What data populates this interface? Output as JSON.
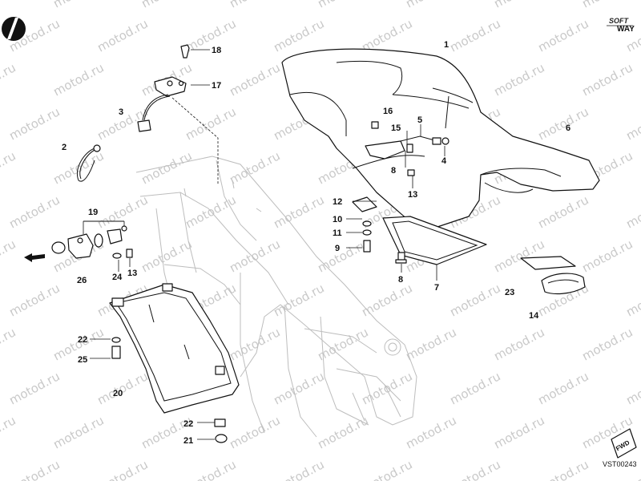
{
  "watermark": "motod.ru",
  "brand": {
    "line1": "SOFT",
    "line2": "WAY"
  },
  "drawing_ref": "VST00243",
  "fwd_label": "FWD",
  "callouts": [
    {
      "id": "c1",
      "label": "1"
    },
    {
      "id": "c2",
      "label": "2"
    },
    {
      "id": "c3",
      "label": "3"
    },
    {
      "id": "c4",
      "label": "4"
    },
    {
      "id": "c5",
      "label": "5"
    },
    {
      "id": "c6",
      "label": "6"
    },
    {
      "id": "c7",
      "label": "7"
    },
    {
      "id": "c8a",
      "label": "8"
    },
    {
      "id": "c8b",
      "label": "8"
    },
    {
      "id": "c9",
      "label": "9"
    },
    {
      "id": "c10",
      "label": "10"
    },
    {
      "id": "c11",
      "label": "11"
    },
    {
      "id": "c12",
      "label": "12"
    },
    {
      "id": "c13a",
      "label": "13"
    },
    {
      "id": "c13b",
      "label": "13"
    },
    {
      "id": "c14",
      "label": "14"
    },
    {
      "id": "c15",
      "label": "15"
    },
    {
      "id": "c16",
      "label": "16"
    },
    {
      "id": "c17",
      "label": "17"
    },
    {
      "id": "c18",
      "label": "18"
    },
    {
      "id": "c19",
      "label": "19"
    },
    {
      "id": "c20",
      "label": "20"
    },
    {
      "id": "c21",
      "label": "21"
    },
    {
      "id": "c22a",
      "label": "22"
    },
    {
      "id": "c22b",
      "label": "22"
    },
    {
      "id": "c23",
      "label": "23"
    },
    {
      "id": "c24",
      "label": "24"
    },
    {
      "id": "c25",
      "label": "25"
    },
    {
      "id": "c26",
      "label": "26"
    }
  ]
}
